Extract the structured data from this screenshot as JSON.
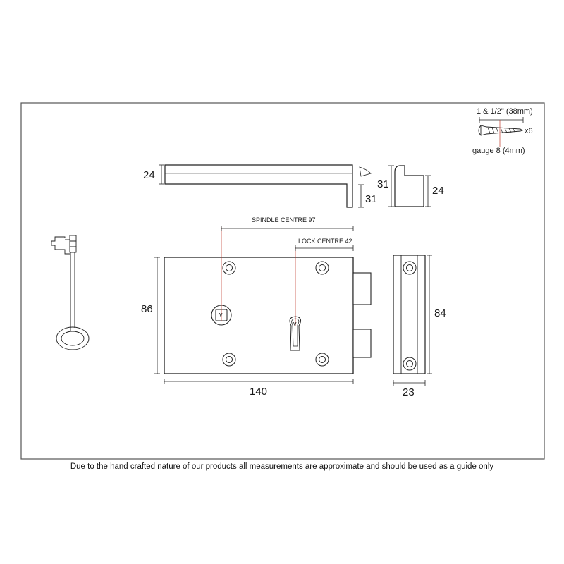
{
  "screw": {
    "length": "1 & 1/2\" (38mm)",
    "gauge": "gauge 8 (4mm)",
    "quantity": "x6"
  },
  "staple_top": {
    "height": "24",
    "drop": "31"
  },
  "keep_side": {
    "height": "31",
    "inner": "24"
  },
  "lock_body": {
    "spindle_centre": "SPINDLE CENTRE 97",
    "lock_centre": "LOCK CENTRE 42",
    "height": "86",
    "width": "140"
  },
  "side_view": {
    "height": "84",
    "depth": "23"
  },
  "footer": {
    "disclaimer": "Due to the hand crafted nature of our products all measurements are approximate and should be used as a guide only"
  },
  "colors": {
    "line": "#2a2a2a",
    "centre_line": "#c0392b",
    "frame": "#555555"
  }
}
